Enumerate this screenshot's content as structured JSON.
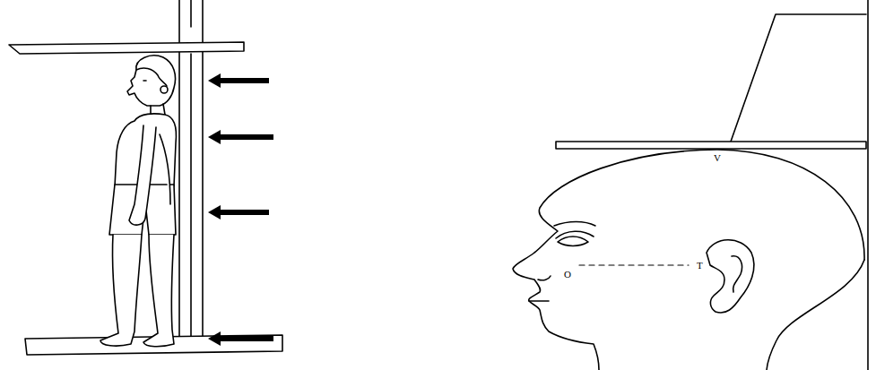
{
  "diagram": {
    "labels": [
      "V",
      "O",
      "T"
    ]
  }
}
